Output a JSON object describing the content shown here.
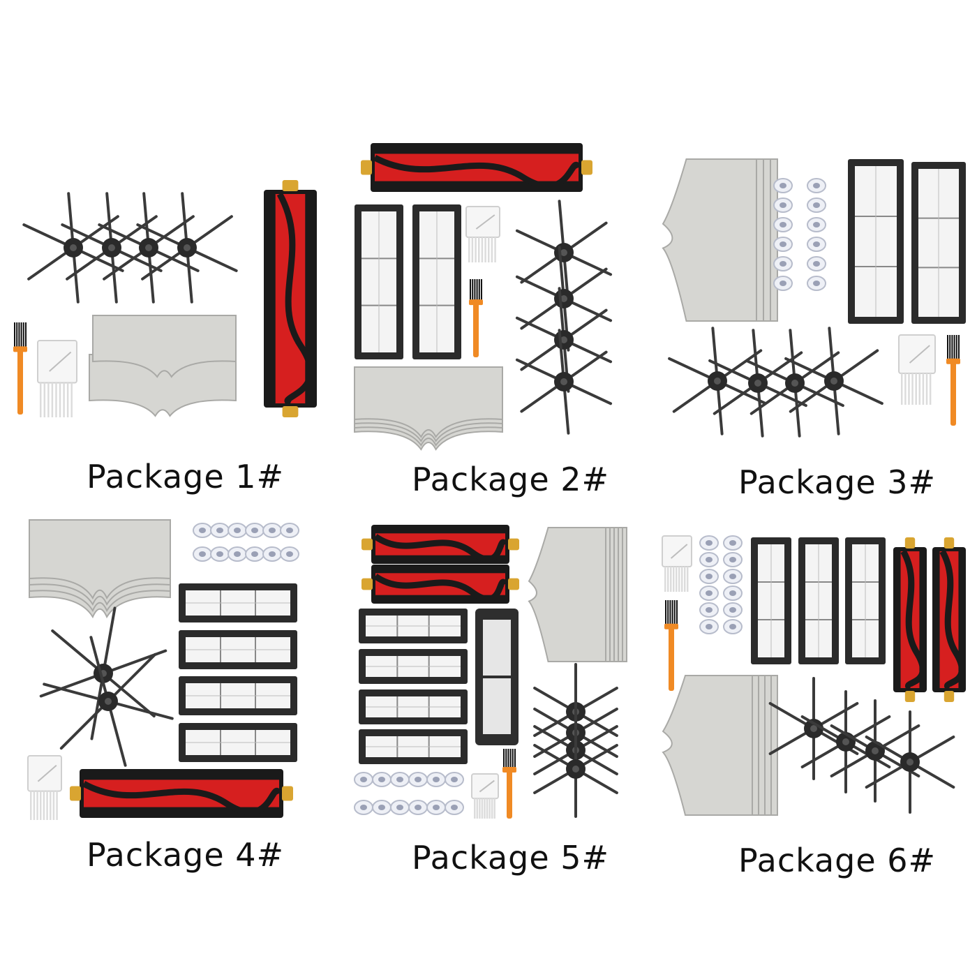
{
  "packages": [
    {
      "label": "Package 1#"
    },
    {
      "label": "Package 2#"
    },
    {
      "label": "Package 3#"
    },
    {
      "label": "Package 4#"
    },
    {
      "label": "Package 5#"
    },
    {
      "label": "Package 6#"
    }
  ],
  "colors": {
    "roller_red": "#d61f1f",
    "bristle_black": "#1a1a1a",
    "cap_yellow": "#d9a531",
    "brush_orange": "#f08a24",
    "filter_frame": "#2b2b2b",
    "mop_grey": "#d6d6d2",
    "arm_grey": "#3a3a3a"
  }
}
